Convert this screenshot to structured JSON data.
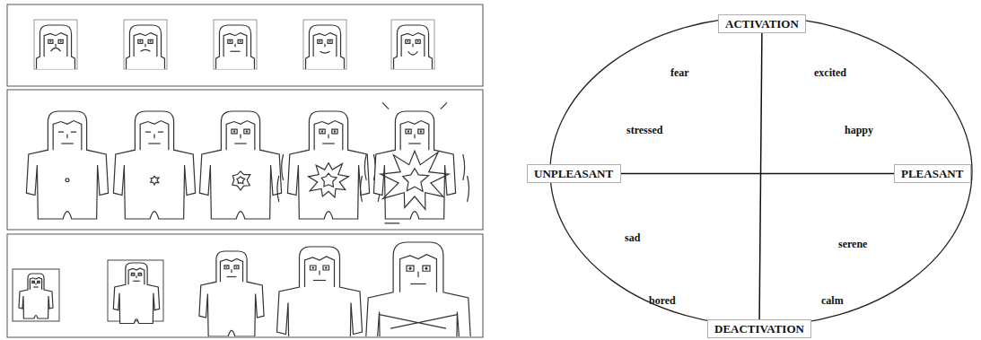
{
  "diagram": {
    "nodes": [
      {
        "text": [
          "ACTIVATION"
        ]
      },
      {
        "text": [
          "UNPLEASANT"
        ]
      },
      {
        "text": [
          "PLEASANT"
        ]
      },
      {
        "text": [
          "DEACTIVATION"
        ]
      }
    ],
    "edges": [
      {
        "from": 0,
        "to": 3,
        "arrow": "none"
      },
      {
        "from": 1,
        "to": 2,
        "arrow": "none"
      }
    ],
    "labels": [
      "fear",
      "excited",
      "stressed",
      "happy",
      "sad",
      "serene",
      "bored",
      "calm"
    ]
  }
}
